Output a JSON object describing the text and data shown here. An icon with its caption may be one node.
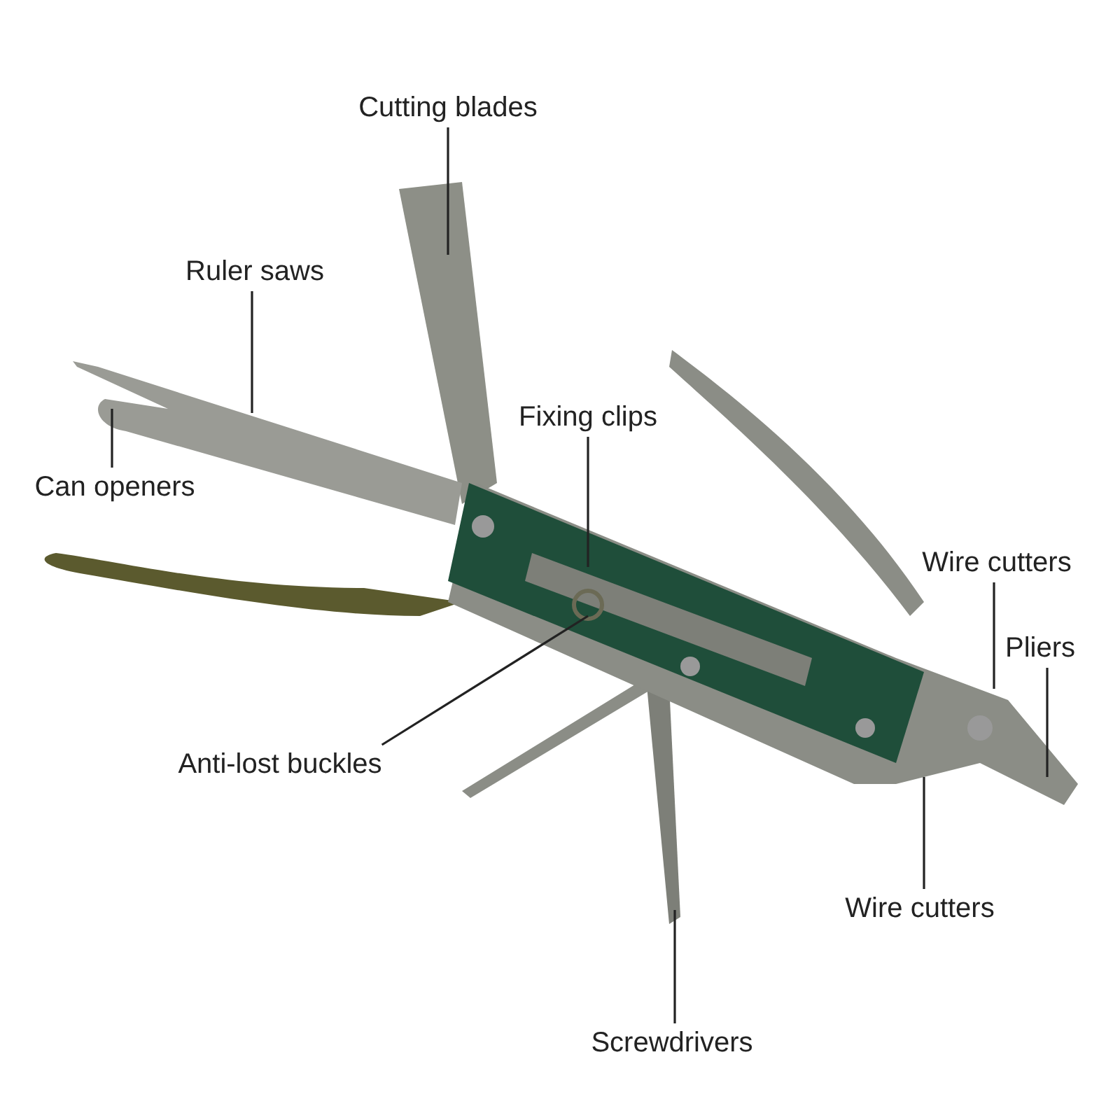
{
  "diagram": {
    "nodes": [
      {
        "text": [
          "Cutting blades"
        ]
      },
      {
        "text": [
          "Ruler saws"
        ]
      },
      {
        "text": [
          "Fixing clips"
        ]
      },
      {
        "text": [
          "Can openers"
        ]
      },
      {
        "text": [
          "Wire cutters"
        ]
      },
      {
        "text": [
          "Pliers"
        ]
      },
      {
        "text": [
          "Anti-lost buckles"
        ]
      },
      {
        "text": [
          "Wire cutters"
        ]
      },
      {
        "text": [
          "Screwdrivers"
        ]
      }
    ],
    "edges": [
      {
        "from": 0,
        "to": null,
        "arrow": "none"
      },
      {
        "from": 1,
        "to": null,
        "arrow": "none"
      },
      {
        "from": 2,
        "to": null,
        "arrow": "none"
      },
      {
        "from": 3,
        "to": null,
        "arrow": "none"
      },
      {
        "from": 4,
        "to": null,
        "arrow": "none"
      },
      {
        "from": 5,
        "to": null,
        "arrow": "none"
      },
      {
        "from": 6,
        "to": null,
        "arrow": "none"
      },
      {
        "from": 7,
        "to": null,
        "arrow": "none"
      },
      {
        "from": 8,
        "to": null,
        "arrow": "none"
      }
    ]
  }
}
